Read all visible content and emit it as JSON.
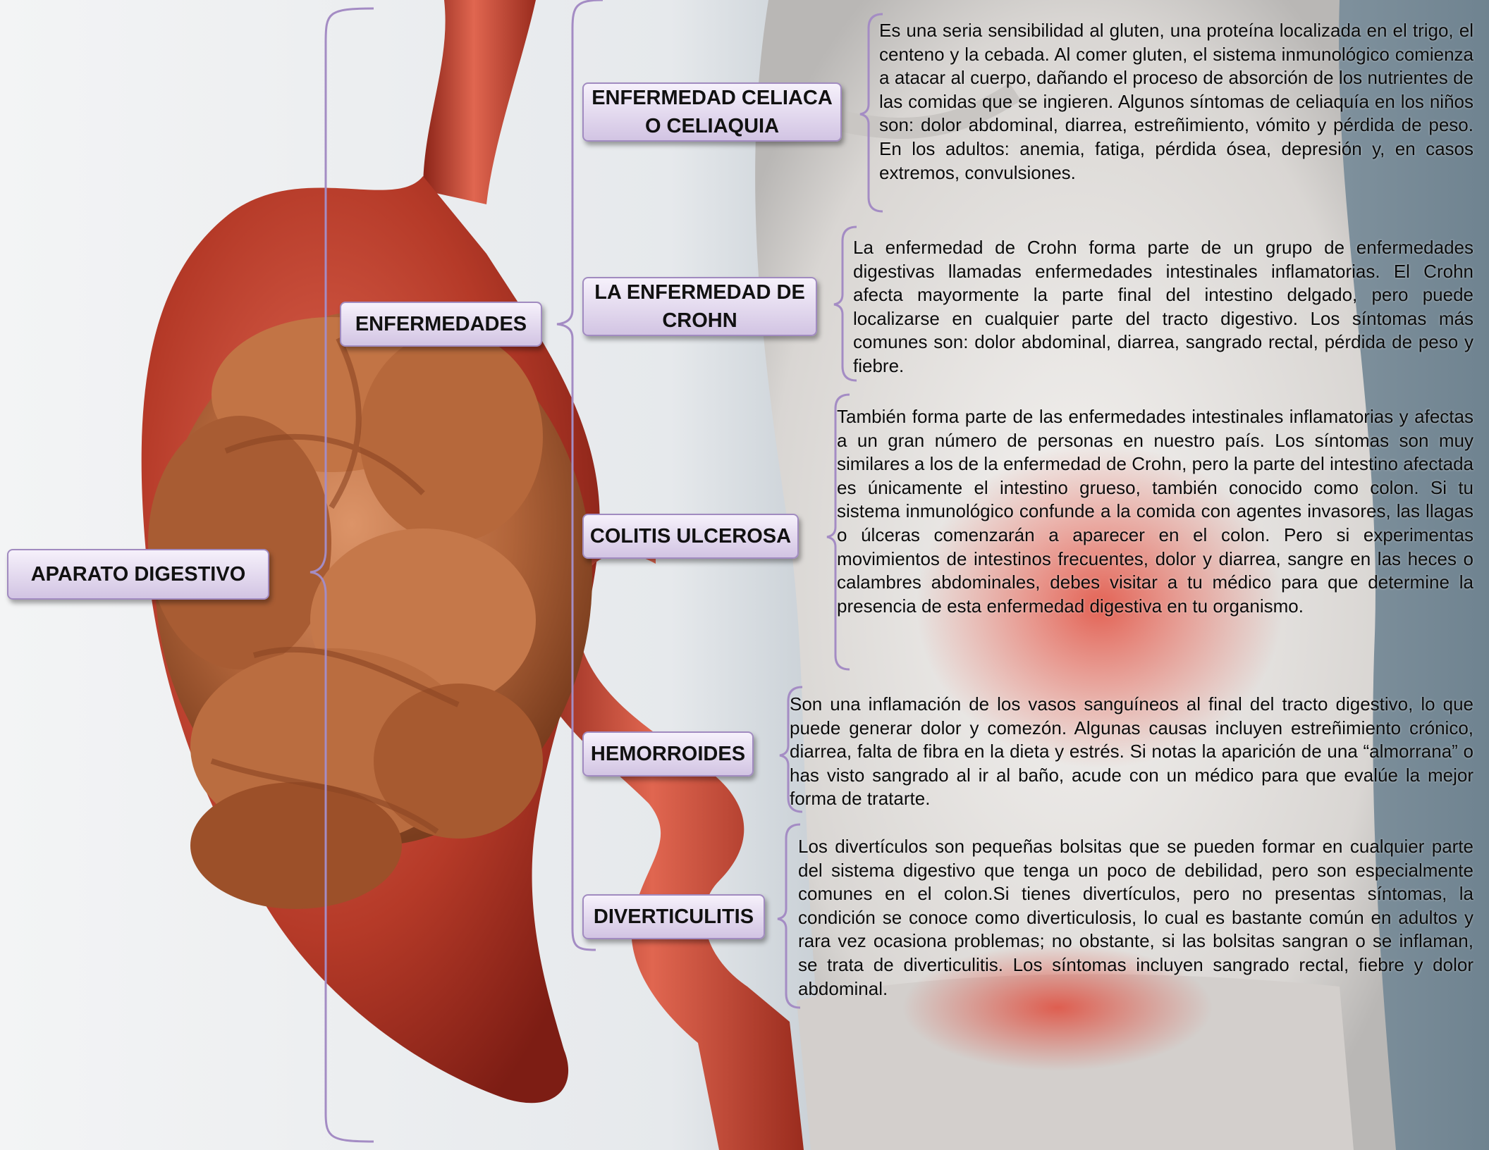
{
  "root": {
    "label": "APARATO DIGESTIVO"
  },
  "category": {
    "label": "ENFERMEDADES"
  },
  "diseases": [
    {
      "label": "ENFERMEDAD CELIACA O CELIAQUIA",
      "description": "Es una seria sensibilidad al gluten, una proteína localizada en el trigo, el centeno y la cebada. Al comer gluten, el sistema inmunológico comienza a atacar al cuerpo, dañando el proceso de absorción de los nutrientes de las comidas que se ingieren. Algunos síntomas de celiaquía en los niños son: dolor abdominal, diarrea, estreñimiento, vómito y pérdida de peso. En los adultos: anemia, fatiga, pérdida ósea, depresión y, en casos extremos, convulsiones."
    },
    {
      "label": "LA ENFERMEDAD DE CROHN",
      "description": "La enfermedad de Crohn forma parte de un grupo de enfermedades digestivas llamadas enfermedades intestinales inflamatorias. El Crohn afecta mayormente la parte final del intestino delgado, pero puede localizarse en cualquier parte del tracto digestivo. Los síntomas más comunes son: dolor abdominal, diarrea, sangrado rectal, pérdida de peso y fiebre."
    },
    {
      "label": "COLITIS ULCEROSA",
      "description": "También forma parte de las enfermedades intestinales inflamatorias y afectas a un gran número de personas en nuestro país. Los síntomas son muy similares a los de la enfermedad de Crohn, pero la parte del intestino afectada es únicamente el intestino grueso, también conocido como colon. Si tu sistema inmunológico confunde a la comida con agentes invasores, las llagas o úlceras comenzarán a aparecer en el colon. Pero si experimentas movimientos de intestinos frecuentes, dolor y diarrea, sangre en las heces o calambres abdominales, debes visitar a tu médico para que determine la presencia de esta enfermedad digestiva en tu organismo."
    },
    {
      "label": "HEMORROIDES",
      "description": "Son una inflamación de los vasos sanguíneos al final del tracto digestivo, lo que puede generar dolor y comezón. Algunas causas incluyen estreñimiento crónico, diarrea, falta de fibra en la dieta y estrés. Si notas la aparición de una “almorrana” o has visto sangrado al ir al baño, acude con un médico para que evalúe la mejor forma de tratarte."
    },
    {
      "label": "DIVERTICULITIS",
      "description": "Los divertículos son pequeñas bolsitas que se pueden formar en cualquier parte del sistema digestivo que tenga un poco de debilidad, pero son especialmente comunes en el colon.Si tienes divertículos, pero no presentas síntomas, la condición se conoce como diverticulosis, lo cual es bastante común en adultos y rara vez ocasiona problemas; no obstante, si las bolsitas sangran o se inflaman, se trata de diverticulitis. Los síntomas incluyen sangrado rectal, fiebre y dolor abdominal."
    }
  ],
  "colors": {
    "node_fill": "#e3d8ef",
    "node_border": "#a18bc0",
    "connector": "#a48cc4",
    "stomach": "#b83a2a",
    "intestine_knot": "#b8683c"
  }
}
